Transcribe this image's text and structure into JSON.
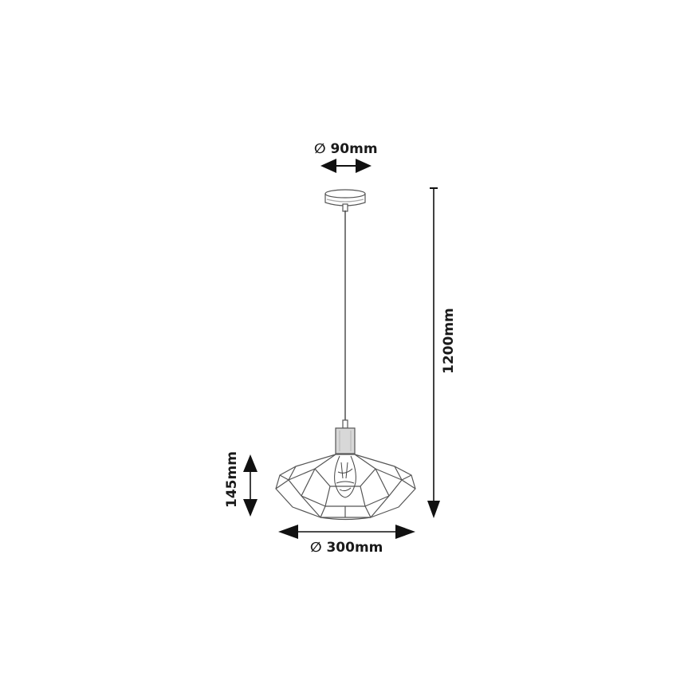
{
  "diagram": {
    "subject": "pendant lamp dimension drawing",
    "colors": {
      "line": "#1a1a1a",
      "fixture": "#555555",
      "background": "#ffffff"
    },
    "dimensions": {
      "canopy_diameter": {
        "label": "∅ 90mm",
        "arrow": "horizontal-double"
      },
      "total_height": {
        "label": "1200mm",
        "arrow": "vertical-down"
      },
      "shade_height": {
        "label": "145mm",
        "arrow": "vertical-double"
      },
      "shade_diameter": {
        "label": "∅ 300mm",
        "arrow": "horizontal-double"
      }
    },
    "parts": [
      "ceiling-canopy",
      "suspension-cord",
      "lamp-socket",
      "bulb",
      "geometric-wire-shade"
    ]
  }
}
